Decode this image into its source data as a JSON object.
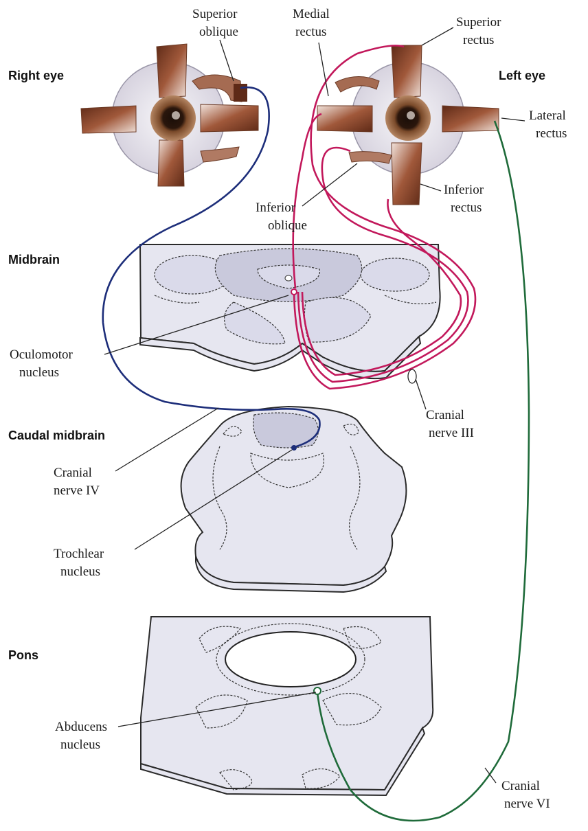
{
  "headings": {
    "right_eye": "Right eye",
    "left_eye": "Left eye",
    "midbrain": "Midbrain",
    "caudal_midbrain": "Caudal midbrain",
    "pons": "Pons"
  },
  "muscles": {
    "superior_oblique": [
      "Superior",
      "oblique"
    ],
    "medial_rectus": [
      "Medial",
      "rectus"
    ],
    "superior_rectus": [
      "Superior",
      "rectus"
    ],
    "lateral_rectus": [
      "Lateral",
      "rectus"
    ],
    "inferior_rectus": [
      "Inferior",
      "rectus"
    ],
    "inferior_oblique": [
      "Inferior",
      "oblique"
    ]
  },
  "structures": {
    "oculomotor_nucleus": [
      "Oculomotor",
      "nucleus"
    ],
    "cranial_nerve_iii": [
      "Cranial",
      "nerve III"
    ],
    "cranial_nerve_iv": [
      "Cranial",
      "nerve IV"
    ],
    "trochlear_nucleus": [
      "Trochlear",
      "nucleus"
    ],
    "abducens_nucleus": [
      "Abducens",
      "nucleus"
    ],
    "cranial_nerve_vi": [
      "Cranial",
      "nerve VI"
    ]
  },
  "colors": {
    "cranial_nerve_iii": "#c2185b",
    "cranial_nerve_iv": "#1d2e7a",
    "cranial_nerve_vi": "#1f6b3a",
    "muscle": "#7a3a22",
    "tissue": "#e6e6f0"
  }
}
